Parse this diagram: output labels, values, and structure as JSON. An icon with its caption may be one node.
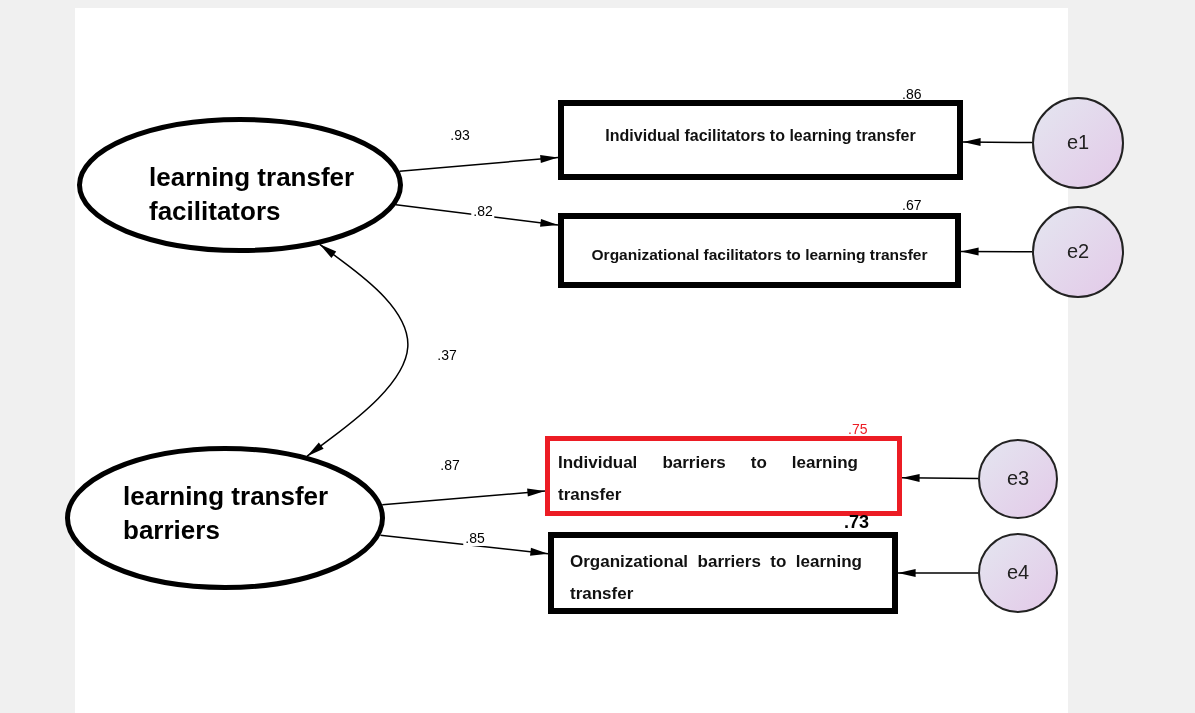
{
  "diagram": {
    "nodes": [
      {
        "text": [
          "learning transfer facilitators"
        ]
      },
      {
        "text": [
          "learning transfer barriers"
        ]
      },
      {
        "text": [
          "Individual facilitators to learning transfer"
        ],
        "beside": [
          ".86"
        ]
      },
      {
        "text": [
          "Organizational facilitators to learning transfer"
        ],
        "beside": [
          ".67"
        ]
      },
      {
        "text": [
          "Individual barriers to learning transfer"
        ],
        "beside": [
          ".75"
        ]
      },
      {
        "text": [
          "Organizational barriers to learning transfer"
        ],
        "beside": [
          ".73"
        ]
      },
      {
        "text": [
          "e1"
        ]
      },
      {
        "text": [
          "e2"
        ]
      },
      {
        "text": [
          "e3"
        ]
      },
      {
        "text": [
          "e4"
        ]
      }
    ],
    "edges": [
      {
        "from": 0,
        "to": 2,
        "arrow": "to",
        "label": ".93"
      },
      {
        "from": 0,
        "to": 3,
        "arrow": "to",
        "label": ".82"
      },
      {
        "from": 1,
        "to": 0,
        "arrow": "both",
        "label": ".37"
      },
      {
        "from": 1,
        "to": 4,
        "arrow": "to",
        "label": ".87"
      },
      {
        "from": 1,
        "to": 5,
        "arrow": "to",
        "label": ".85"
      },
      {
        "from": 6,
        "to": 2,
        "arrow": "to"
      },
      {
        "from": 7,
        "to": 3,
        "arrow": "to"
      },
      {
        "from": 8,
        "to": 4,
        "arrow": "to"
      },
      {
        "from": 9,
        "to": 5,
        "arrow": "to"
      }
    ]
  }
}
